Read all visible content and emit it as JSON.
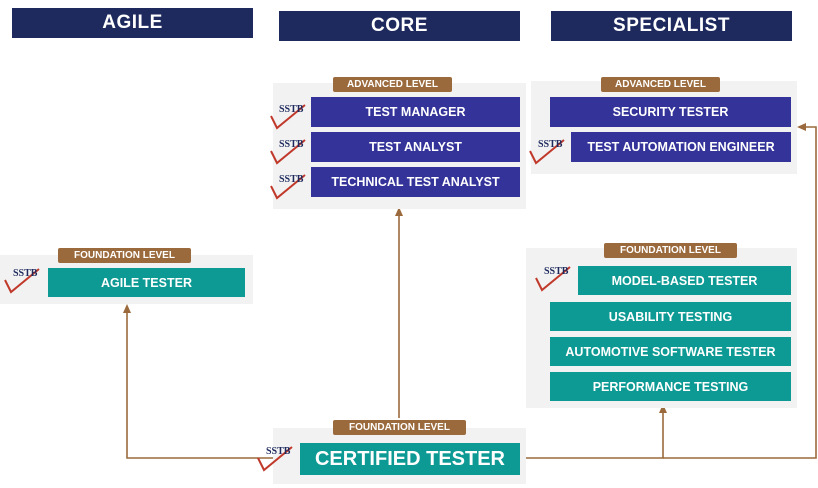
{
  "headers": {
    "agile": "AGILE",
    "core": "CORE",
    "specialist": "SPECIALIST"
  },
  "levels": {
    "core_advanced": "ADVANCED LEVEL",
    "specialist_advanced": "ADVANCED LEVEL",
    "agile_foundation": "FOUNDATION LEVEL",
    "specialist_foundation": "FOUNDATION LEVEL",
    "core_foundation": "FOUNDATION LEVEL"
  },
  "logo_text": "SSTB",
  "core_advanced": [
    "TEST MANAGER",
    "TEST ANALYST",
    "TECHNICAL TEST ANALYST"
  ],
  "specialist_advanced": [
    "SECURITY TESTER",
    "TEST AUTOMATION ENGINEER"
  ],
  "agile_foundation": [
    "AGILE TESTER"
  ],
  "specialist_foundation": [
    "MODEL-BASED TESTER",
    "USABILITY TESTING",
    "AUTOMOTIVE SOFTWARE TESTER",
    "PERFORMANCE TESTING"
  ],
  "core_foundation": [
    "CERTIFIED TESTER"
  ],
  "colors": {
    "header": "#1e2a5e",
    "advanced_box": "#33339a",
    "foundation_box": "#0e9a94",
    "level_tag": "#9b6a3c",
    "connector": "#9b6a3c",
    "check": "#c0392b"
  }
}
